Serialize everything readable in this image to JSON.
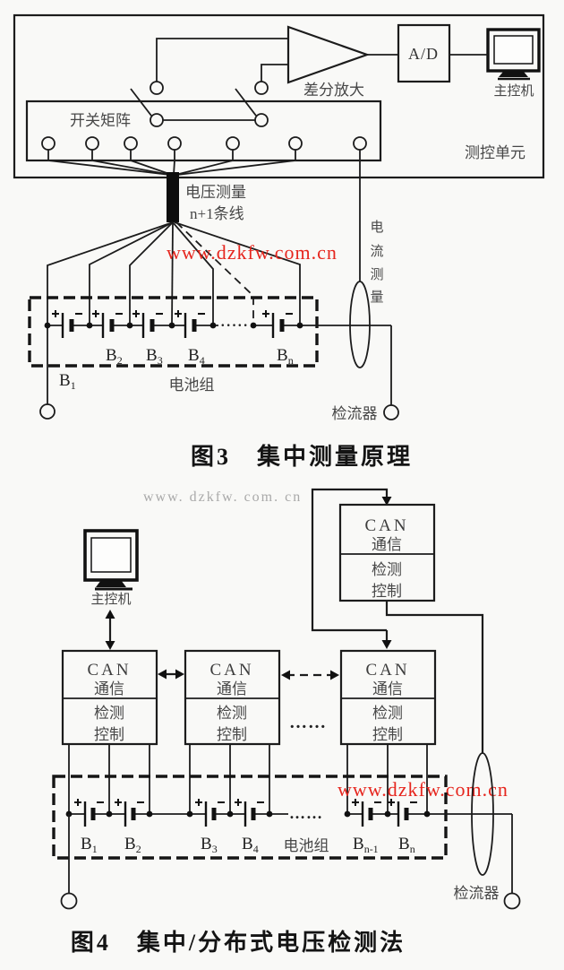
{
  "figure3": {
    "caption": "图3　集中测量原理",
    "watermark_red": "www.dzkfw.com.cn",
    "unit_label": "测控单元",
    "switch_matrix_label": "开关矩阵",
    "amplifier_label": "差分放大",
    "adc_label": "A/D",
    "host_label": "主控机",
    "bundle_label_line1": "电压测量",
    "bundle_label_line2": "n+1条线",
    "current_label_chars": [
      "电",
      "流",
      "测",
      "量"
    ],
    "pack_label": "电池组",
    "galvanometer_label": "检流器",
    "battery_ellipsis": "·····",
    "batteries": [
      {
        "main": "B",
        "sub": "1"
      },
      {
        "main": "B",
        "sub": "2"
      },
      {
        "main": "B",
        "sub": "3"
      },
      {
        "main": "B",
        "sub": "4"
      },
      {
        "main": "B",
        "sub": "n"
      }
    ]
  },
  "figure4": {
    "caption": "图4　集中/分布式电压检测法",
    "watermark_gray": "www. dzkfw. com. cn",
    "watermark_red": "www.dzkfw.com.cn",
    "host_label": "主控机",
    "can_module": {
      "line1": "CAN",
      "line2": "通信",
      "line3": "检测",
      "line4": "控制"
    },
    "module_ellipsis": "……",
    "battery_ellipsis": "……",
    "pack_label": "电池组",
    "galvanometer_label": "检流器",
    "batteries": [
      {
        "main": "B",
        "sub": "1"
      },
      {
        "main": "B",
        "sub": "2"
      },
      {
        "main": "B",
        "sub": "3"
      },
      {
        "main": "B",
        "sub": "4"
      },
      {
        "main": "B",
        "sub": "n-1"
      },
      {
        "main": "B",
        "sub": "n"
      }
    ]
  }
}
